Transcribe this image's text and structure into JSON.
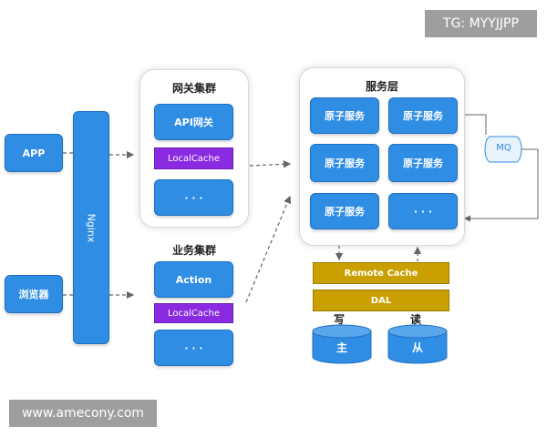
{
  "watermark_top": "TG: MYYJJPP",
  "watermark_bottom": "www.amecony.com",
  "clients": {
    "app": "APP",
    "browser": "浏览器"
  },
  "nginx": "Nginx",
  "gateway_cluster": {
    "title": "网关集群",
    "api": "API网关",
    "cache": "LocalCache",
    "more": "· · ·"
  },
  "business_cluster": {
    "title": "业务集群",
    "action": "Action",
    "cache": "LocalCache",
    "more": "· · ·"
  },
  "service_layer": {
    "title": "服务层",
    "atomic": [
      "原子服务",
      "原子服务",
      "原子服务",
      "原子服务",
      "原子服务"
    ],
    "more": "· · ·"
  },
  "mq": "MQ",
  "remote_cache": "Remote Cache",
  "dal": "DAL",
  "write_label": "写",
  "read_label": "读",
  "db_master": "主",
  "db_slave": "从",
  "colors": {
    "blue": "#2f8de4",
    "purple": "#8a2be2",
    "olive": "#c9a000"
  }
}
